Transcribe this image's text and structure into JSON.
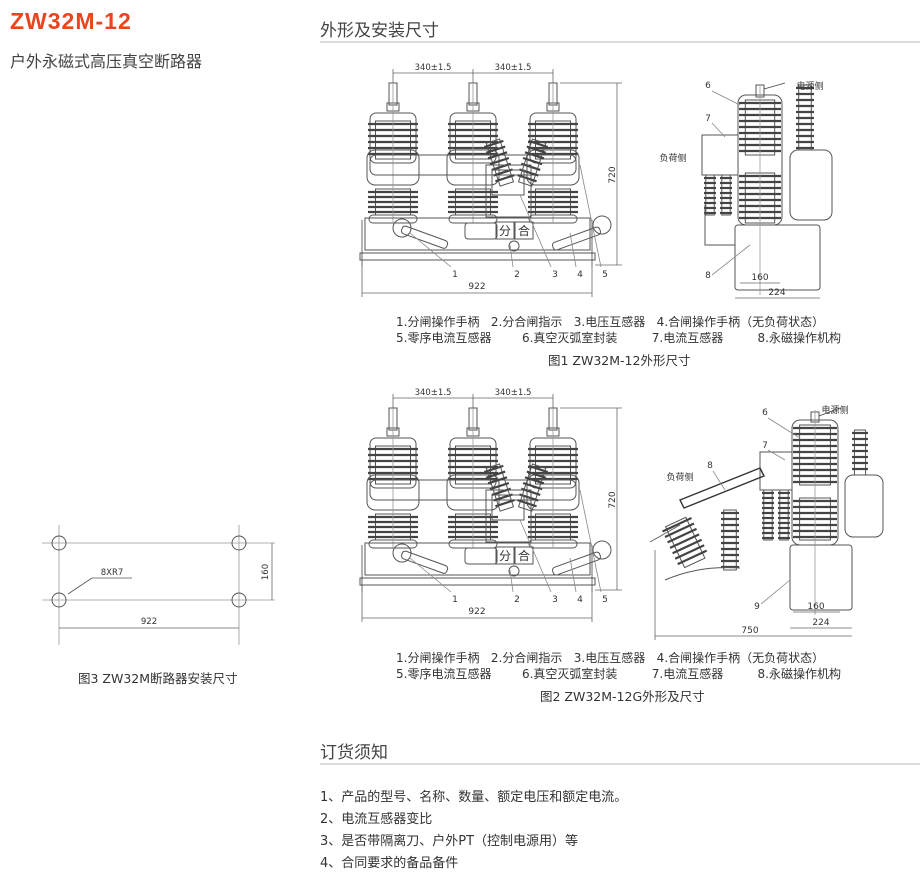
{
  "product": {
    "model": "ZW32M-12",
    "name": "户外永磁式高压真空断路器",
    "accent_color": "#e8461e"
  },
  "dimensions_section": {
    "heading": "外形及安装尺寸",
    "fig1": {
      "labels": {
        "pitch_left": "340±1.5",
        "pitch_right": "340±1.5",
        "height": "720",
        "width": "922",
        "side_w1": "160",
        "side_w2": "224",
        "power_side": "电源侧",
        "load_side": "负荷侧",
        "n1": "1",
        "n2": "2",
        "n3": "3",
        "n4": "4",
        "n5": "5",
        "n6": "6",
        "n7": "7",
        "n8": "8",
        "open": "分",
        "close": "合"
      },
      "legend_line1": "1.分闸操作手柄   2.分合闸指示   3.电压互感器   4.合闸操作手柄（无负荷状态）",
      "legend_line2": "5.零序电流互感器        6.真空灭弧室封装         7.电流互感器         8.永磁操作机构",
      "caption": "图1 ZW32M-12外形尺寸"
    },
    "fig2": {
      "labels": {
        "pitch_left": "340±1.5",
        "pitch_right": "340±1.5",
        "height": "720",
        "width": "922",
        "side_w1": "160",
        "side_w2": "224",
        "side_total": "750",
        "power_side": "电源侧",
        "load_side": "负荷侧",
        "n1": "1",
        "n2": "2",
        "n3": "3",
        "n4": "4",
        "n5": "5",
        "n6": "6",
        "n7": "7",
        "n8": "8",
        "n9": "9",
        "open": "分",
        "close": "合"
      },
      "legend_line1": "1.分闸操作手柄   2.分合闸指示   3.电压互感器   4.合闸操作手柄（无负荷状态）",
      "legend_line2": "5.零序电流互感器        6.真空灭弧室封装         7.电流互感器         8.永磁操作机构",
      "caption": "图2 ZW32M-12G外形及尺寸"
    },
    "fig3": {
      "labels": {
        "hole": "8XR7",
        "height": "160",
        "width": "922"
      },
      "caption": "图3 ZW32M断路器安装尺寸"
    }
  },
  "ordering": {
    "heading": "订货须知",
    "items": [
      "1、产品的型号、名称、数量、额定电压和额定电流。",
      "2、电流互感器变比",
      "3、是否带隔离刀、户外PT（控制电源用）等",
      "4、合同要求的备品备件"
    ]
  }
}
